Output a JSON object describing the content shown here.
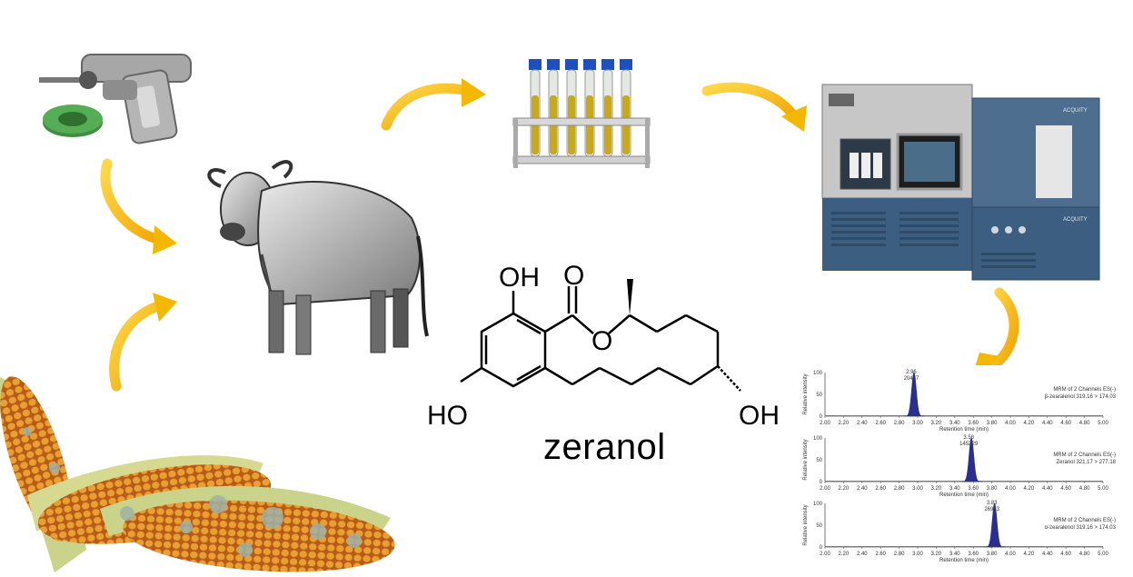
{
  "molecule": {
    "name": "zeranol",
    "labels": {
      "oh_top": "OH",
      "carbonyl_o": "O",
      "ring_o": "O",
      "oh_left": "HO",
      "oh_right": "OH"
    }
  },
  "instrument": {
    "brand": "ACQUITY"
  },
  "chart_data": [
    {
      "type": "line",
      "ylabel": "Relative intensity",
      "xlabel": "Retention time (min)",
      "x_ticks": [
        "2.00",
        "2.20",
        "2.40",
        "2.60",
        "2.80",
        "3.00",
        "3.20",
        "3.40",
        "3.60",
        "3.80",
        "4.00",
        "4.20",
        "4.40",
        "4.60",
        "4.80",
        "5.00"
      ],
      "xlim": [
        2.0,
        5.0
      ],
      "ylim": [
        0,
        100
      ],
      "y_ticks": [
        "0",
        "50",
        "100"
      ],
      "peak": {
        "rt": 2.96,
        "rt_label": "2.96",
        "area_label": "20467",
        "color": "#2a2f8f"
      },
      "channel_text": "MRM of 2 Channels ES(-)",
      "transition": "β-zearalenol 319.16 > 174.03",
      "transition_color": "#6a4c9c"
    },
    {
      "type": "line",
      "ylabel": "Relative intensity",
      "xlabel": "Retention time (min)",
      "x_ticks": [
        "2.00",
        "2.20",
        "2.40",
        "2.60",
        "2.80",
        "3.00",
        "3.20",
        "3.40",
        "3.60",
        "3.80",
        "4.00",
        "4.20",
        "4.40",
        "4.60",
        "4.80",
        "5.00"
      ],
      "xlim": [
        2.0,
        5.0
      ],
      "ylim": [
        0,
        100
      ],
      "y_ticks": [
        "0",
        "50",
        "100"
      ],
      "peak": {
        "rt": 3.58,
        "rt_label": "3.58",
        "area_label": "145229",
        "color": "#2a2f8f"
      },
      "channel_text": "MRM of 2 Channels ES(-)",
      "transition": "Zeranol 321.17 > 277.18",
      "transition_color": "#333333"
    },
    {
      "type": "line",
      "ylabel": "Relative intensity",
      "xlabel": "Retention time (min)",
      "x_ticks": [
        "2.00",
        "2.20",
        "2.40",
        "2.60",
        "2.80",
        "3.00",
        "3.20",
        "3.40",
        "3.60",
        "3.80",
        "4.00",
        "4.20",
        "4.40",
        "4.60",
        "4.80",
        "5.00"
      ],
      "xlim": [
        2.0,
        5.0
      ],
      "ylim": [
        0,
        100
      ],
      "y_ticks": [
        "0",
        "50",
        "100"
      ],
      "peak": {
        "rt": 3.83,
        "rt_label": "3.83",
        "area_label": "26913",
        "color": "#2a2f8f"
      },
      "channel_text": "MRM of 2 Channels ES(-)",
      "transition": "α-zearalenol 319.16 > 174.03",
      "transition_color": "#4a8a3a"
    }
  ],
  "colors": {
    "arrow": "#f5b800",
    "arrow_dark": "#d99400",
    "instrument": "#3c5e80",
    "peak": "#1f2a88"
  }
}
